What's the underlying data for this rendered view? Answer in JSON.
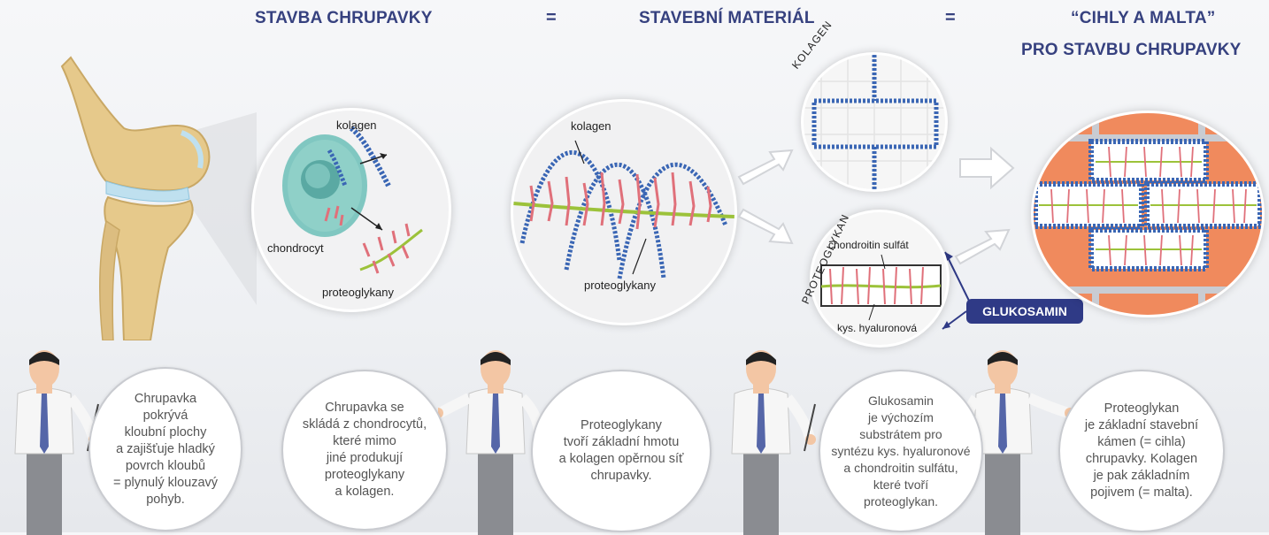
{
  "header": {
    "col1": "STAVBA CHRUPAVKY",
    "eq1": "=",
    "col2": "STAVEBNÍ MATERIÁL",
    "eq2": "=",
    "col3_line1": "“CIHLY A MALTA”",
    "col3_line2": "PRO STAVBU CHRUPAVKY"
  },
  "labels": {
    "kolagen1": "kolagen",
    "chondrocyt": "chondrocyt",
    "proteoglykany1": "proteoglykany",
    "kolagen2": "kolagen",
    "proteoglykany2": "proteoglykany",
    "kolagen_vertical": "KOLAGEN",
    "proteoglykan_vertical": "PROTEOGLYKAN",
    "chondroitin": "chondroitin sulfát",
    "hyaluronova": "kys. hyaluronová",
    "glukosamin": "GLUKOSAMIN"
  },
  "speech": {
    "s1": "Chrupavka\npokrývá\nkloubní plochy\na zajišťuje hladký\npovrch kloubů\n= plynulý klouzavý\npohyb.",
    "s2": "Chrupavka se\nskládá z chondrocytů,\nkteré mimo\njiné produkují\nproteoglykany\na kolagen.",
    "s3": "Proteoglykany\ntvoří základní hmotu\na kolagen opěrnou síť\nchrupavky.",
    "s4": "Glukosamin\nje výchozím\nsubstrátem pro\nsyntézu kys. hyaluronové\na chondroitin sulfátu,\nkteré tvoří\nproteoglykan.",
    "s5": "Proteoglykan\nje základní stavební\nkámen (= cihla)\nchrupavky. Kolagen\nje pak základním\npojivem (= malta)."
  },
  "colors": {
    "title": "#36417f",
    "collagen": "#3a66b4",
    "proteoglycan": "#e0707a",
    "hyaluronic": "#9cc23a",
    "brick": "#f08a5d",
    "accent": "#2f3a86"
  }
}
